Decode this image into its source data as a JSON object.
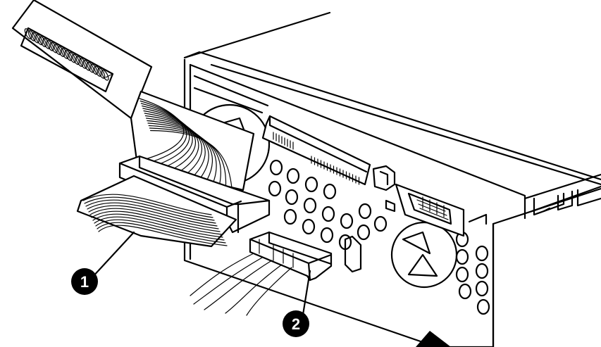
{
  "callouts": [
    {
      "number": "1",
      "target": "ribbon-cable"
    },
    {
      "number": "2",
      "target": "power-cable"
    }
  ],
  "colors": {
    "line": "#000000",
    "background": "#ffffff",
    "callout_fill": "#000000",
    "callout_text": "#ffffff"
  }
}
